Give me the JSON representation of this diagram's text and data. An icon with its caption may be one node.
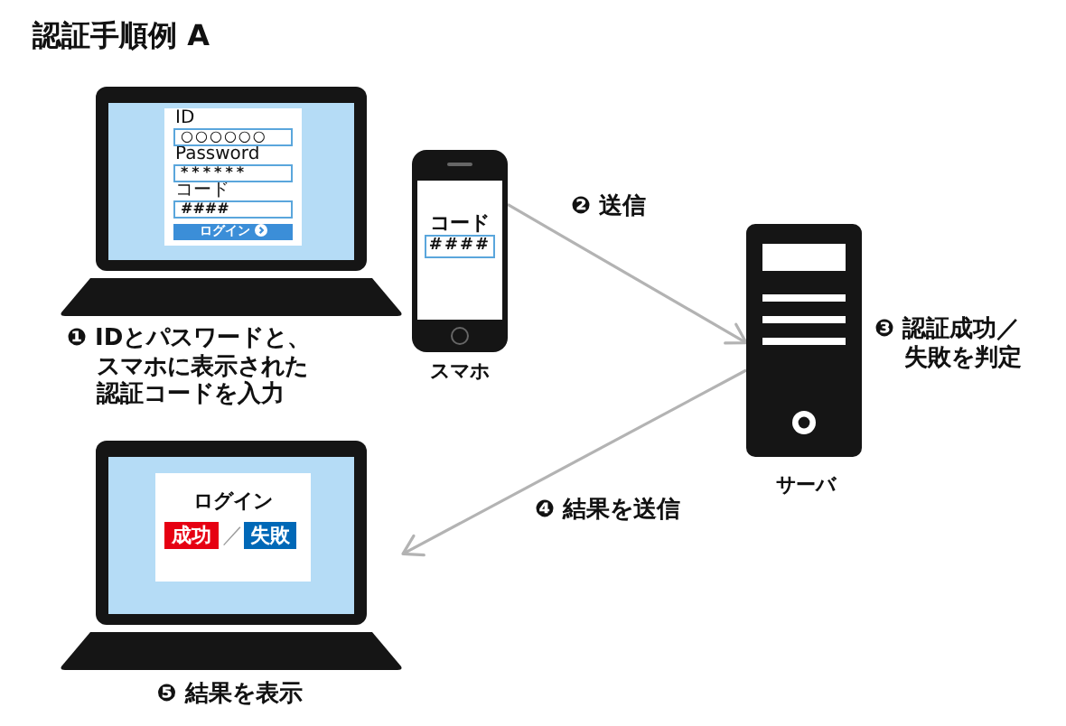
{
  "diagram": {
    "title": "認証手順例 A",
    "nodes": [
      {
        "text": [],
        "shape": "laptop",
        "beside": [
          "❶ IDとパスワードと、スマホに表示された認証コードを入力"
        ]
      },
      {
        "text": [
          "ID",
          "Password",
          "コード"
        ],
        "in": 0
      },
      {
        "text": [
          "○○○○○○"
        ],
        "in": 1
      },
      {
        "text": [
          "******"
        ],
        "in": 1
      },
      {
        "text": [
          "####"
        ],
        "in": 1
      },
      {
        "text": [
          "ログイン"
        ],
        "in": 1
      },
      {
        "text": [
          "コード"
        ],
        "beside": [
          "スマホ"
        ]
      },
      {
        "text": [
          "####"
        ],
        "in": 6
      },
      {
        "text": [],
        "shape": "server",
        "beside": [
          "サーバ",
          "❸ 認証成功／失敗を判定"
        ]
      },
      {
        "text": [],
        "shape": "laptop",
        "beside": [
          "❺ 結果を表示"
        ]
      },
      {
        "text": [
          "ログイン",
          "／"
        ],
        "in": 9
      },
      {
        "text": [
          "成功"
        ],
        "in": 10
      },
      {
        "text": [
          "失敗"
        ],
        "in": 10
      }
    ],
    "edges": [
      {
        "from": 6,
        "to": 8,
        "arrow": "to",
        "label": "❷ 送信"
      },
      {
        "from": 8,
        "to": 9,
        "arrow": "to",
        "label": "❹ 結果を送信"
      }
    ]
  }
}
